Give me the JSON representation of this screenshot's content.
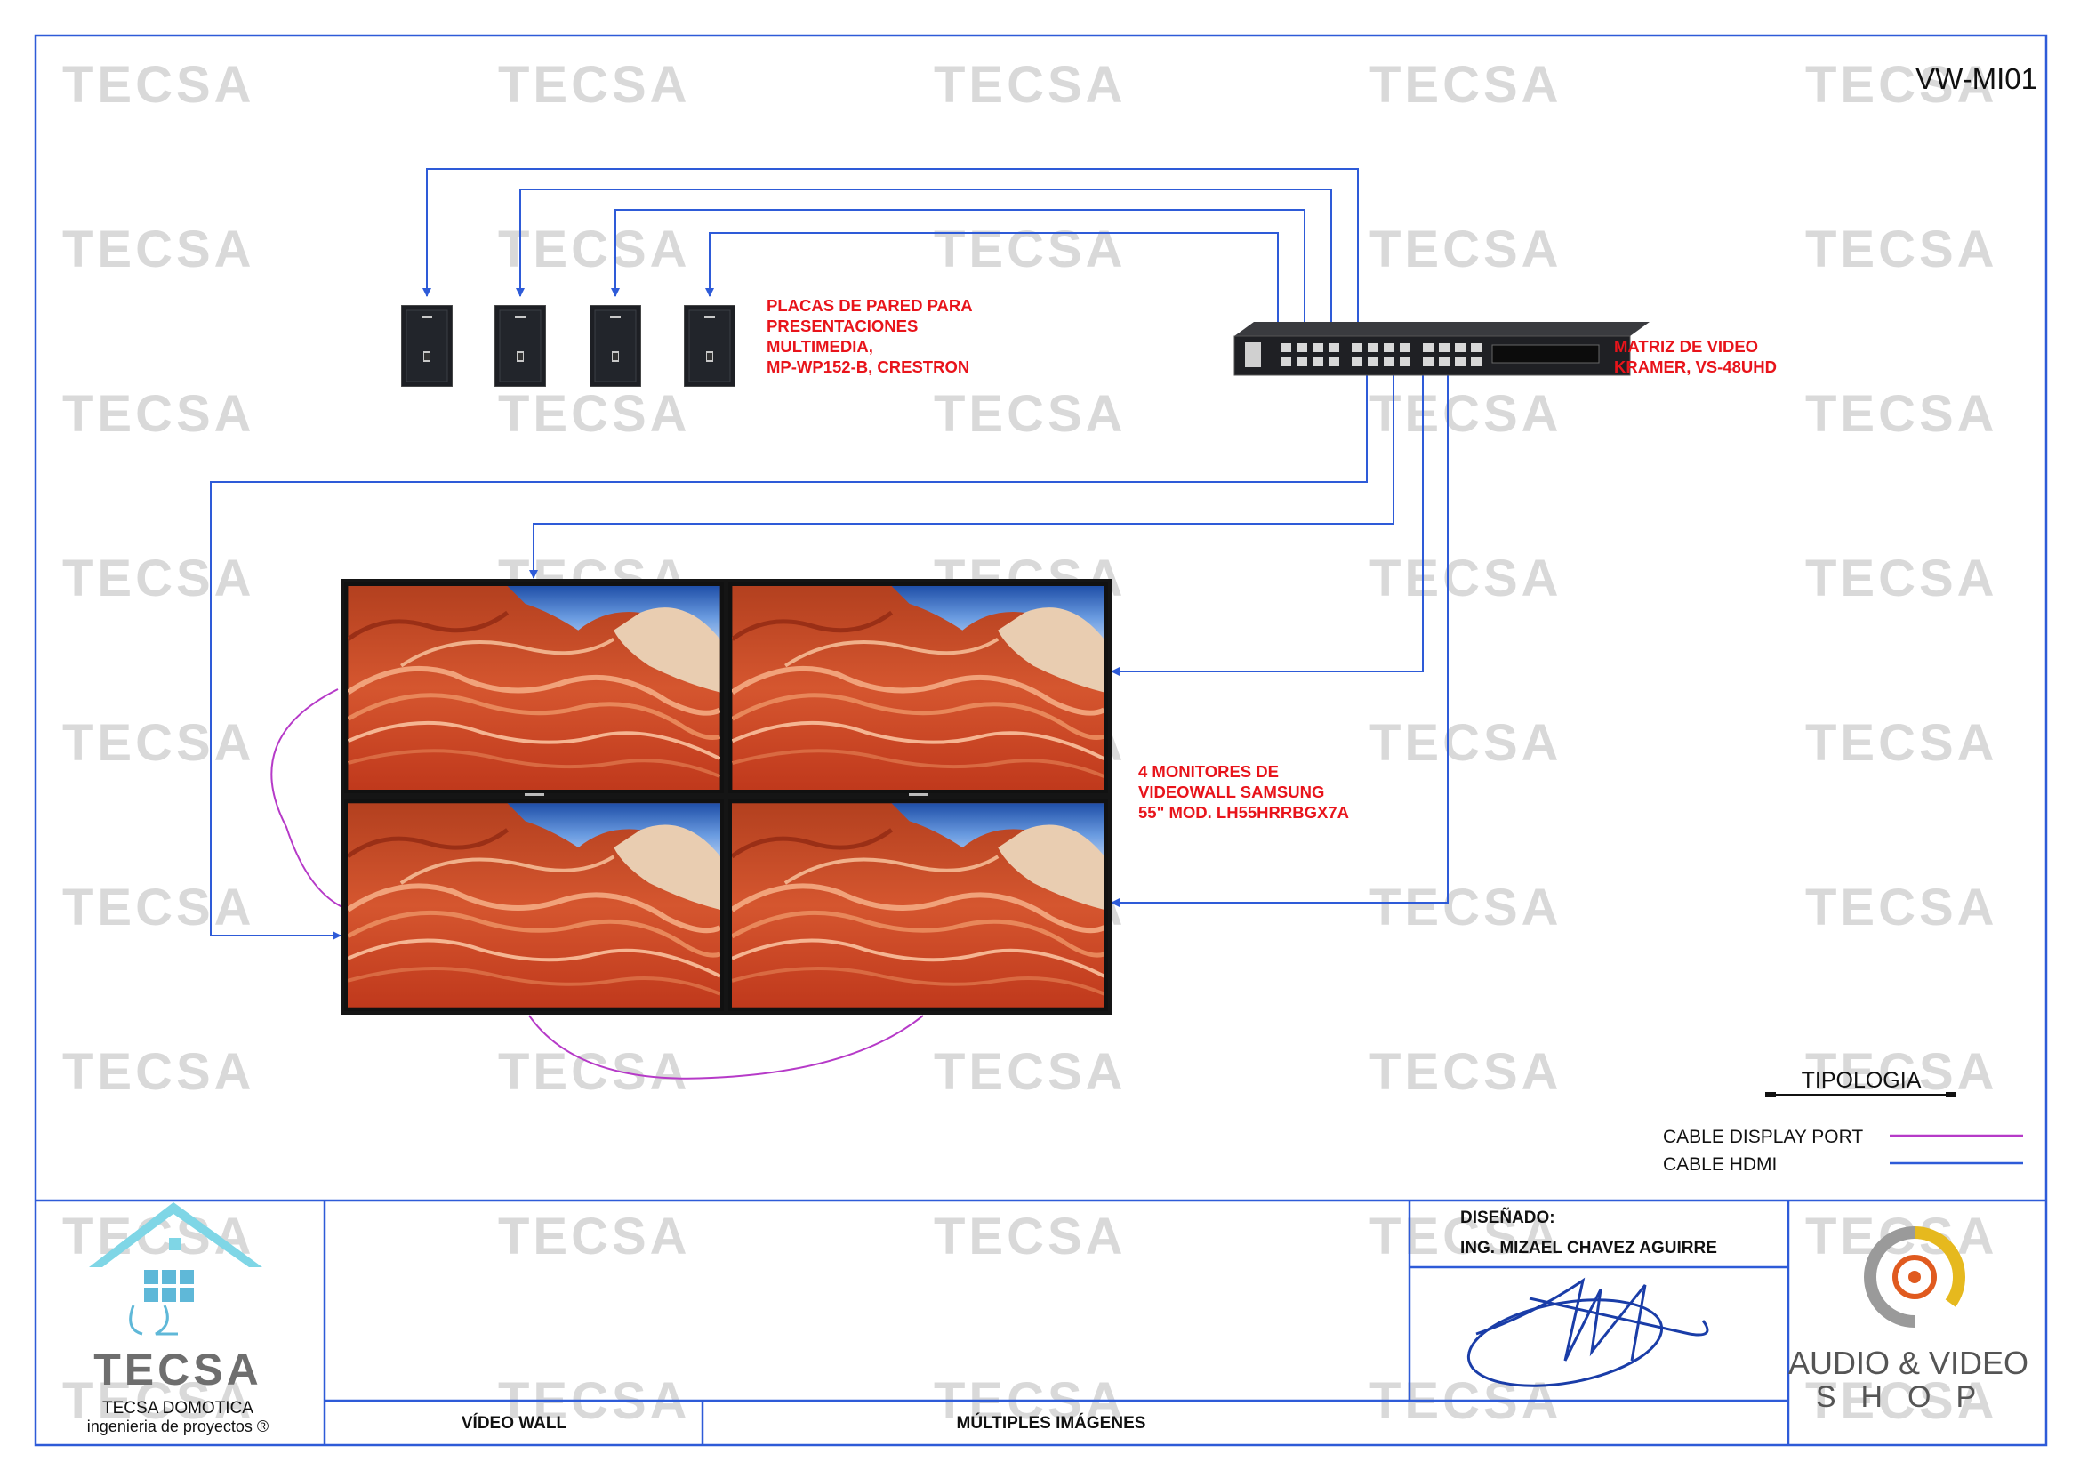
{
  "drawing_code": "VW-MI01",
  "watermark": "TECSA",
  "colors": {
    "border": "#2e5bd8",
    "hdmi": "#2e5bd8",
    "displayport": "#b63ac8",
    "label_red": "#e8141b",
    "tecsa_logo": "#7fd6e6"
  },
  "labels": {
    "wall_plates": [
      "PLACAS DE PARED PARA",
      "PRESENTACIONES",
      "MULTIMEDIA,",
      "MP-WP152-B, CRESTRON"
    ],
    "matrix": [
      "MATRIZ DE VIDEO",
      "KRAMER, VS-48UHD"
    ],
    "monitors": [
      "4 MONITORES DE",
      "VIDEOWALL SAMSUNG",
      "55\"  MOD. LH55HRRBGX7A"
    ]
  },
  "legend": {
    "title": "TIPOLOGIA",
    "items": [
      {
        "label": "CABLE DISPLAY PORT",
        "color": "#b63ac8"
      },
      {
        "label": "CABLE HDMI",
        "color": "#2e5bd8"
      }
    ]
  },
  "title_block": {
    "company_name": "TECSA",
    "company_line1": "TECSA DOMOTICA",
    "company_line2": "ingenieria de proyectos ®",
    "project": "VÍDEO WALL",
    "description": "MÚLTIPLES IMÁGENES",
    "designed_label": "DISEÑADO:",
    "designer": "ING. MIZAEL CHAVEZ AGUIRRE",
    "partner_line1": "AUDIO & VIDEO",
    "partner_line2": "SHOP"
  },
  "icons": {
    "wall_plate": "hdmi-wall-plate-icon",
    "matrix": "video-matrix-switcher-icon",
    "monitor": "videowall-monitor-icon",
    "house": "house-logo-icon",
    "signature": "signature-icon",
    "partner": "audio-video-shop-logo-icon"
  }
}
